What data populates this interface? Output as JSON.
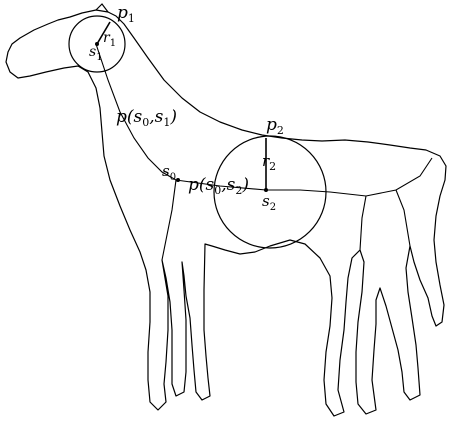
{
  "diagram": {
    "labels": {
      "p1": {
        "main": "p",
        "sub": "1"
      },
      "r1": {
        "main": "r",
        "sub": "1"
      },
      "s1": {
        "main": "s",
        "sub": "1"
      },
      "p_s0_s1": {
        "pre": "p(s",
        "s0": "0",
        "mid": ",s",
        "s1": "1",
        "post": ")"
      },
      "p2": {
        "main": "p",
        "sub": "2"
      },
      "r2": {
        "main": "r",
        "sub": "2"
      },
      "s0": {
        "main": "s",
        "sub": "0"
      },
      "p_s0_s2": {
        "pre": "p(s",
        "s0": "0",
        "mid": ",s",
        "s2": "2",
        "post": ")"
      },
      "s2": {
        "main": "s",
        "sub": "2"
      }
    }
  }
}
